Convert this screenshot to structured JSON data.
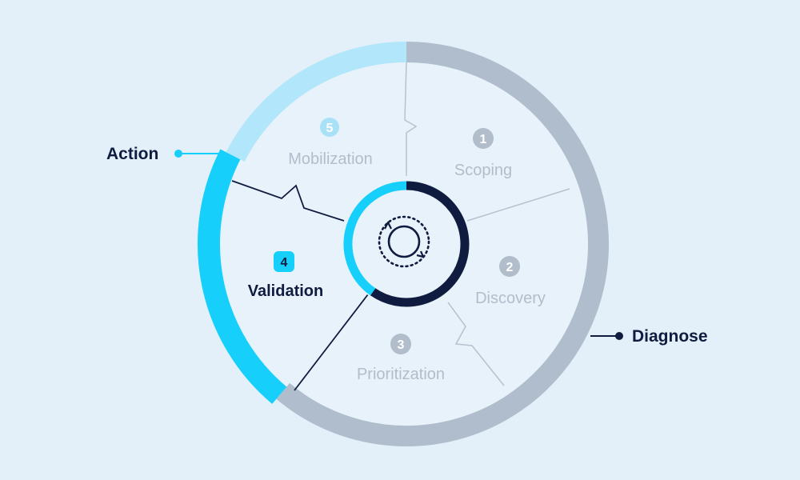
{
  "colors": {
    "background": "#e3f0fa",
    "inner_fill": "#e8f2fb",
    "diagnose": "#afbdcc",
    "action": "#16d0fb",
    "action_light": "#b2e6fa",
    "dark": "#0f1c3f",
    "divider_light": "#b5c2cf",
    "muted_text": "#b1bdca",
    "mobilization_num": "#a9e1f7"
  },
  "phases": {
    "action": {
      "label": "Action"
    },
    "diagnose": {
      "label": "Diagnose"
    }
  },
  "steps": [
    {
      "number": "1",
      "label": "Scoping",
      "state": "inactive"
    },
    {
      "number": "2",
      "label": "Discovery",
      "state": "inactive"
    },
    {
      "number": "3",
      "label": "Prioritization",
      "state": "inactive"
    },
    {
      "number": "4",
      "label": "Validation",
      "state": "active"
    },
    {
      "number": "5",
      "label": "Mobilization",
      "state": "inactive-action"
    }
  ],
  "center_icon": "cycle-icon"
}
